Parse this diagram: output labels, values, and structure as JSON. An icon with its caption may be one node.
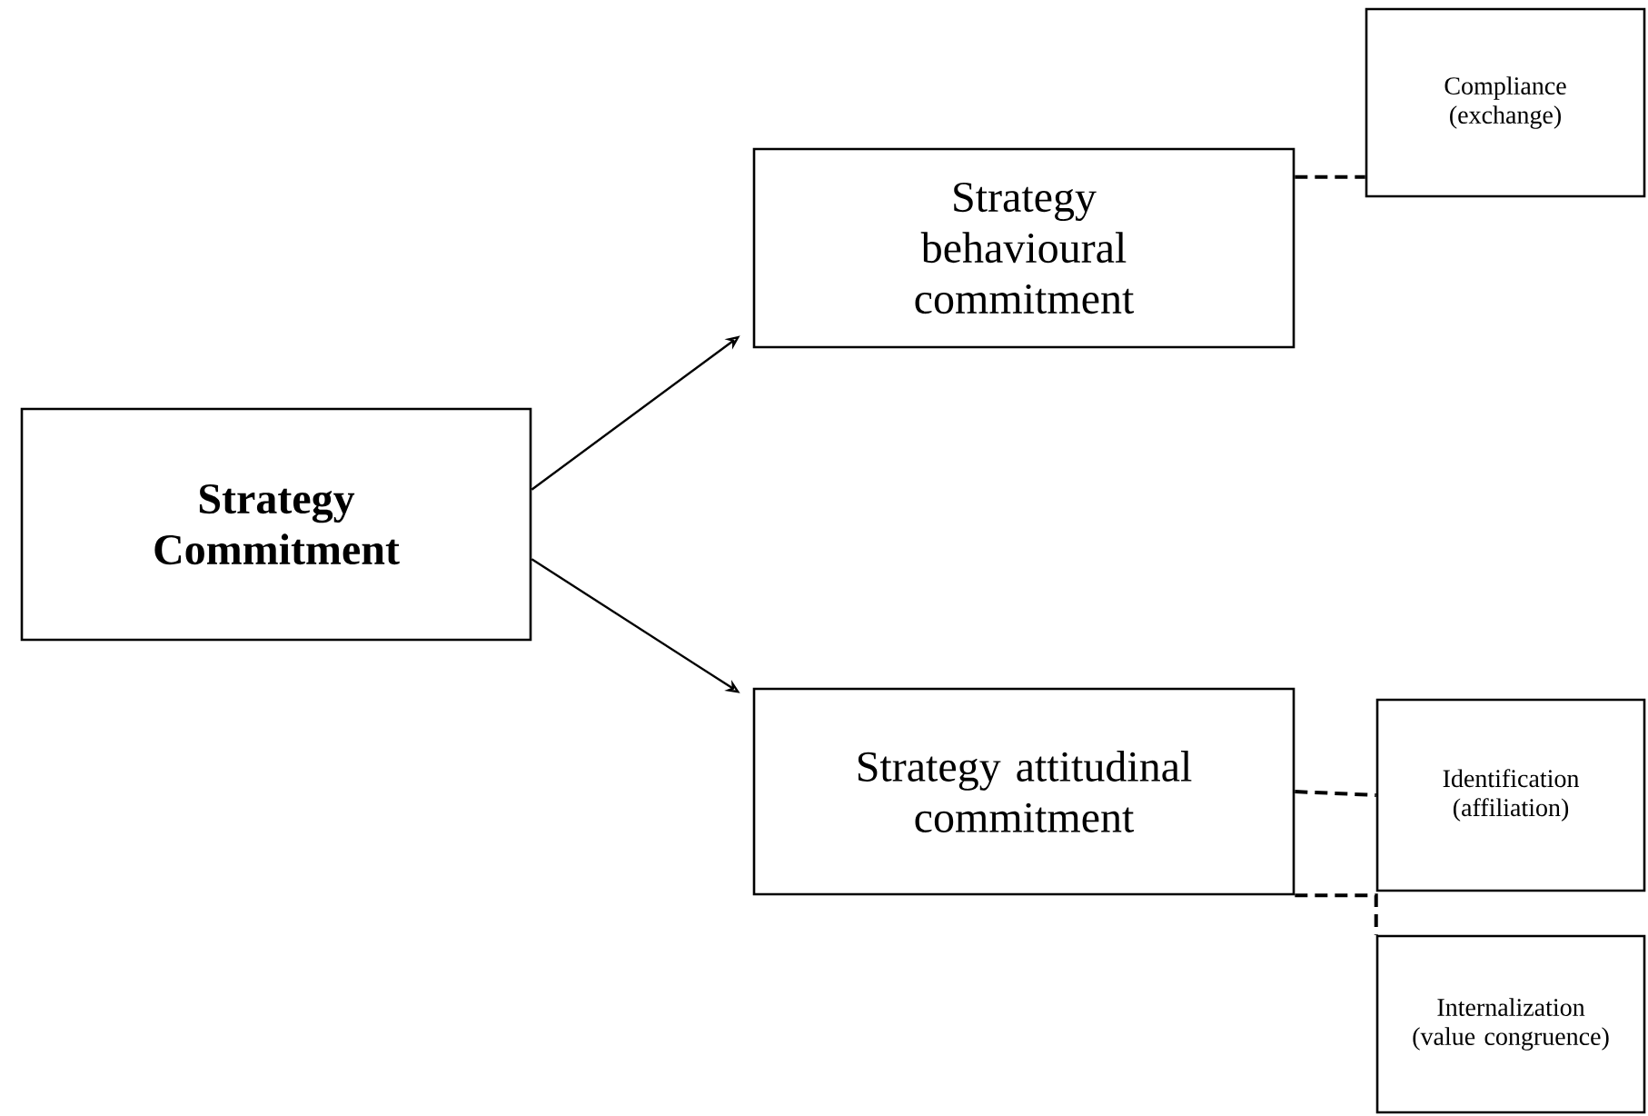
{
  "diagram": {
    "nodes": [
      {
        "text": [
          "**Strategy Commitment**"
        ]
      },
      {
        "text": [
          "Strategy behavioural commitment"
        ]
      },
      {
        "text": [
          "Compliance (exchange)"
        ]
      },
      {
        "text": [
          "Strategy attitudinal commitment"
        ]
      },
      {
        "text": [
          "Identification (affiliation)"
        ]
      },
      {
        "text": [
          "Internalization (value congruence)"
        ]
      }
    ],
    "edges": [
      {
        "from": 0,
        "to": 1,
        "arrow": "to"
      },
      {
        "from": 0,
        "to": 3,
        "arrow": "to"
      },
      {
        "from": 1,
        "to": 2,
        "arrow": "none",
        "style": "dashed"
      },
      {
        "from": 3,
        "to": 4,
        "arrow": "none",
        "style": "dashed"
      },
      {
        "from": 3,
        "to": 5,
        "arrow": "none",
        "style": "dashed"
      }
    ]
  }
}
